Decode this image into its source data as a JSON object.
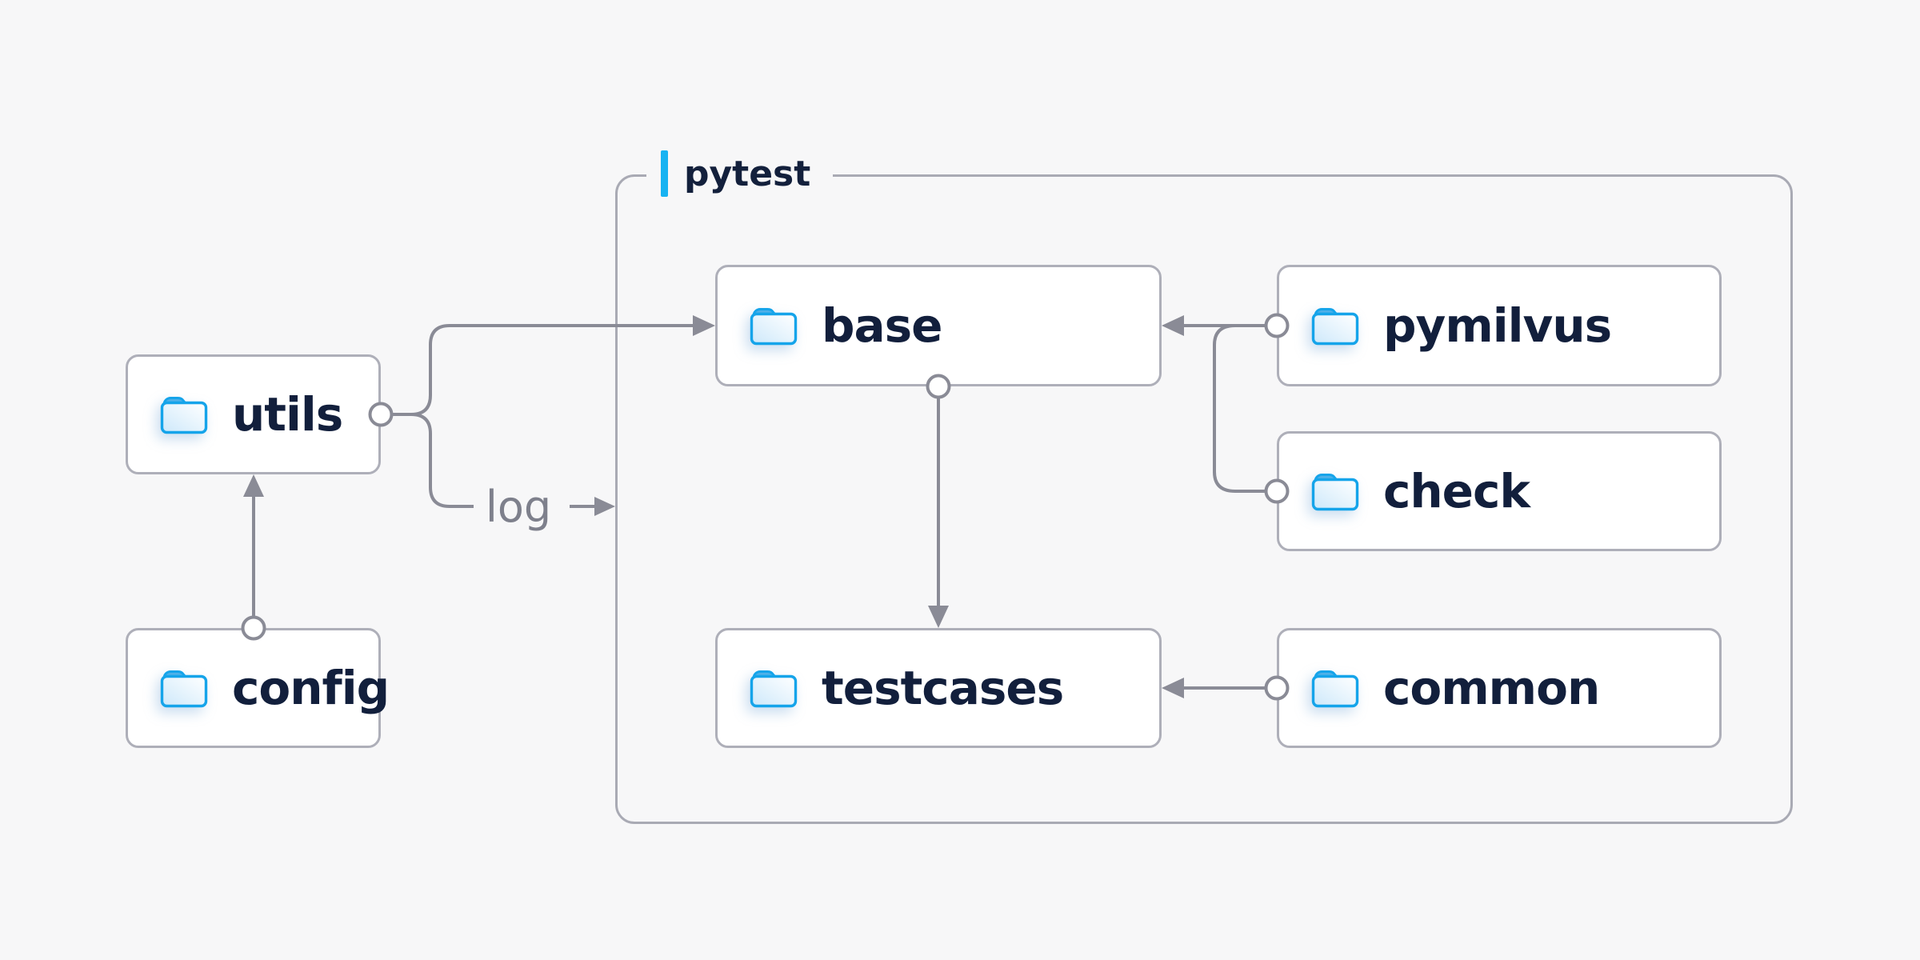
{
  "group": {
    "label": "pytest"
  },
  "nodes": {
    "utils": {
      "label": "utils",
      "icon": "folder-icon"
    },
    "config": {
      "label": "config",
      "icon": "folder-icon"
    },
    "base": {
      "label": "base",
      "icon": "folder-icon"
    },
    "pymilvus": {
      "label": "pymilvus",
      "icon": "folder-icon"
    },
    "check": {
      "label": "check",
      "icon": "folder-icon"
    },
    "testcases": {
      "label": "testcases",
      "icon": "folder-icon"
    },
    "common": {
      "label": "common",
      "icon": "folder-icon"
    }
  },
  "edge_labels": {
    "log": "log"
  },
  "edges": [
    {
      "from": "config",
      "to": "utils"
    },
    {
      "from": "utils",
      "to": "base"
    },
    {
      "from": "utils",
      "to": "pytest-group",
      "label": "log"
    },
    {
      "from": "base",
      "to": "testcases"
    },
    {
      "from": "pymilvus",
      "to": "base"
    },
    {
      "from": "check",
      "to": "base"
    },
    {
      "from": "common",
      "to": "testcases"
    }
  ],
  "colors": {
    "background": "#f7f7f8",
    "node_fill": "#ffffff",
    "node_border": "#aeafb9",
    "connector_gray": "#8a8b96",
    "label_navy": "#121f3c",
    "muted_gray": "#7e808c",
    "accent_cyan": "#17b3f2",
    "folder_blue": "#15a4ea"
  }
}
